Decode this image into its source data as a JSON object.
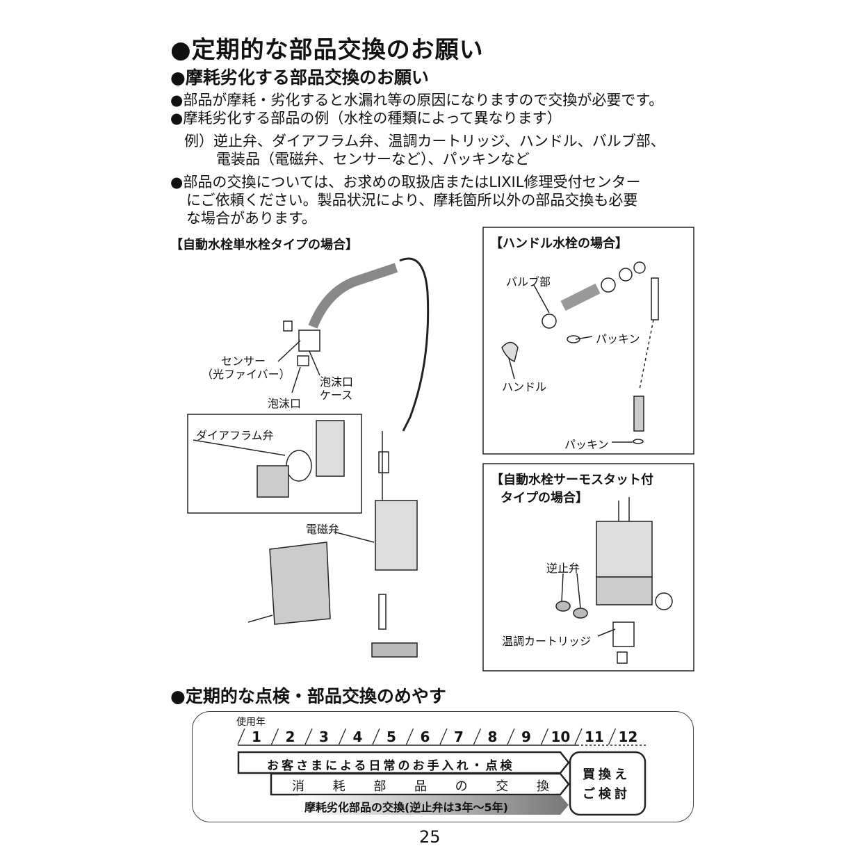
{
  "title": "●定期的な部品交換のお願い",
  "subtitle": "●摩耗劣化する部品交換のお願い",
  "paragraphs": {
    "p1": "●部品が摩耗・劣化すると水漏れ等の原因になりますので交換が必要です。",
    "p2": "●摩耗劣化する部品の例（水栓の種類によって異なります）",
    "p3a": "例）逆止弁、ダイアフラム弁、温調カートリッジ、ハンドル、バルブ部、",
    "p3b": "電装品（電磁弁、センサーなど）、パッキンなど",
    "p4a": "●部品の交換については、お求めの取扱店またはLIXIL修理受付センター",
    "p4b": "にご依頼ください。製品状況により、摩耗箇所以外の部品交換も必要",
    "p4c": "な場合があります。"
  },
  "diagram_auto": {
    "caption": "【自動水栓単水栓タイプの場合】",
    "sensor": "センサー",
    "sensor_sub": "（光ファイバー）",
    "aerator_case": "泡沫口",
    "aerator_case_2": "ケース",
    "aerator": "泡沫口",
    "diaphragm": "ダイアフラム弁",
    "solenoid": "電磁弁"
  },
  "diagram_handle": {
    "caption": "【ハンドル水栓の場合】",
    "valve": "バルブ部",
    "packing1": "パッキン",
    "handle": "ハンドル",
    "packing2": "パッキン"
  },
  "diagram_thermo": {
    "caption1": "【自動水栓サーモスタット付",
    "caption2": "タイプの場合】",
    "check_valve": "逆止弁",
    "cartridge": "温調カートリッジ"
  },
  "schedule": {
    "heading": "●定期的な点検・部品交換のめやす",
    "years_label": "使用年",
    "years": [
      "1",
      "2",
      "3",
      "4",
      "5",
      "6",
      "7",
      "8",
      "9",
      "10",
      "11",
      "12"
    ],
    "row1": "お客さまによる日常のお手入れ・点検",
    "row2": [
      "消",
      "耗",
      "部",
      "品",
      "の",
      "交",
      "換"
    ],
    "row3": "摩耗劣化部品の交換(逆止弁は3年〜5年)",
    "replace1": "買換え",
    "replace2": "ご検討"
  },
  "page_number": "25"
}
